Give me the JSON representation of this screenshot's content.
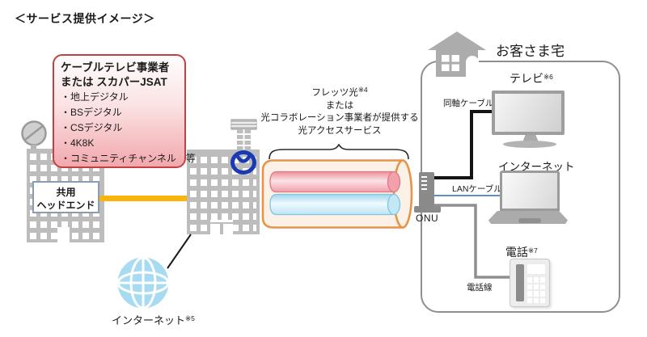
{
  "title": "＜サービス提供イメージ＞",
  "provider_box": {
    "heading_line1": "ケーブルテレビ事業者",
    "heading_line2": "または スカパーJSAT",
    "items": [
      "・地上デジタル",
      "・BSデジタル",
      "・CSデジタル",
      "・4K8K",
      "・コミュニティチャンネル　等"
    ]
  },
  "headend": {
    "line1": "共用",
    "line2": "ヘッドエンド"
  },
  "fiber_service": {
    "line1": "フレッツ光",
    "line1_sup": "※4",
    "line2": "または",
    "line3": "光コラボレーション事業者が提供する",
    "line4": "光アクセスサービス"
  },
  "internet_cloud": {
    "label": "インターネット",
    "sup": "※5"
  },
  "customer_home": {
    "title": "お客さま宅",
    "tv": {
      "label": "テレビ",
      "sup": "※6"
    },
    "coax_label": "同軸ケーブル",
    "onu_label": "ONU",
    "lan_label": "LANケーブル",
    "internet_label": "インターネット",
    "phone": {
      "label": "電話",
      "sup": "※7"
    },
    "phone_line_label": "電話線"
  },
  "icons": {
    "satellite_dish": "satellite-dish-icon",
    "headend_building": "building-icon",
    "telecom_building": "building-icon",
    "antenna_tower": "antenna-tower-icon",
    "ntt_logo": "ntt-logo-icon",
    "internet_globe": "globe-icon",
    "house": "house-icon",
    "tv": "tv-icon",
    "laptop": "laptop-icon",
    "phone": "phone-icon",
    "onu": "onu-device-icon",
    "fiber_tube": "fiber-cable-icon"
  },
  "colors": {
    "provider_box_border": "#c24040",
    "provider_box_fill_bottom": "#f2a8ad",
    "trunk_cable_yellow": "#fbb40c",
    "fiber_tube_border": "#e69449",
    "fiber_pink": "#f09ea8",
    "fiber_blue": "#bce5f6",
    "ntt_blue": "#1a3ab5",
    "globe_blue": "#a6dbf2",
    "lan_line_blue": "#5b8fc0",
    "gray_device": "#bdbdbd",
    "coax_black": "#141414",
    "phone_line_gray": "#8f8f8f"
  }
}
